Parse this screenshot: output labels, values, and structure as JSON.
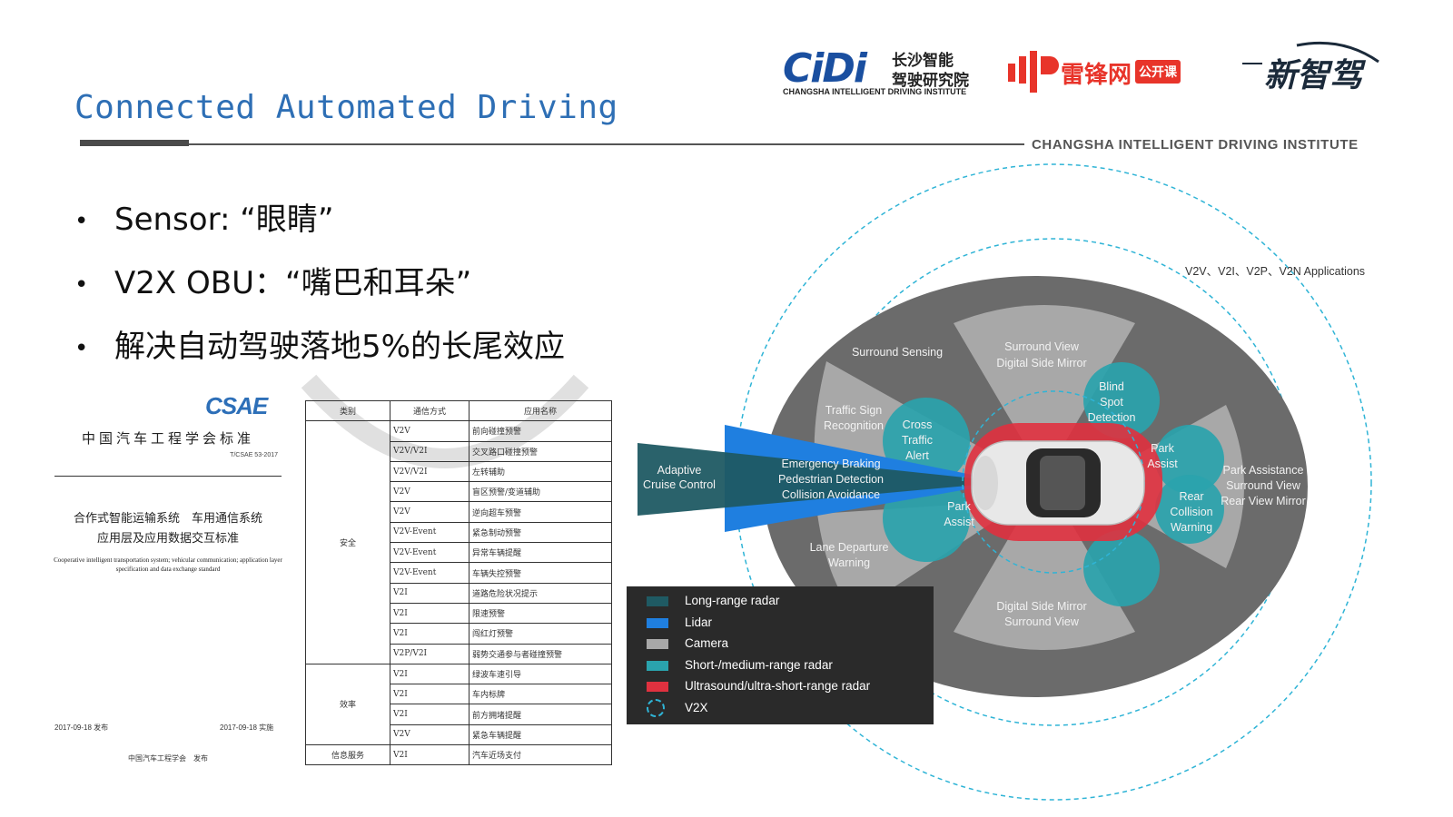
{
  "header": {
    "title": "Connected Automated Driving",
    "institute_footer": "CHANGSHA INTELLIGENT DRIVING INSTITUTE"
  },
  "logos": {
    "cidi": {
      "letters": "CiDi",
      "cn_line1": "长沙智能",
      "cn_line2": "驾驶研究院",
      "en": "CHANGSHA INTELLIGENT DRIVING INSTITUTE"
    },
    "leifeng": {
      "name": "雷锋网",
      "tag": "公开课"
    },
    "xinzhijia": {
      "name": "新智驾"
    }
  },
  "bullets": [
    "Sensor: “眼睛”",
    "V2X OBU：“嘴巴和耳朵”",
    "解决自动驾驶落地5%的长尾效应"
  ],
  "document": {
    "logo": "CSAE",
    "org": "中国汽车工程学会标准",
    "code": "T/CSAE 53-2017",
    "title_line1": "合作式智能运输系统　车用通信系统",
    "title_line2": "应用层及应用数据交互标准",
    "title_en": "Cooperative intelligent transportation system; vehicular communication; application layer specification and data exchange standard",
    "issued": "2017-09-18 发布",
    "effective": "2017-09-18 实施",
    "publisher": "中国汽车工程学会　发布"
  },
  "table": {
    "headers": [
      "类别",
      "通信方式",
      "应用名称"
    ],
    "groups": [
      {
        "category": "安全",
        "rows": [
          [
            "V2V",
            "前向碰撞预警"
          ],
          [
            "V2V/V2I",
            "交叉路口碰撞预警"
          ],
          [
            "V2V/V2I",
            "左转辅助"
          ],
          [
            "V2V",
            "盲区预警/变道辅助"
          ],
          [
            "V2V",
            "逆向超车预警"
          ],
          [
            "V2V-Event",
            "紧急制动预警"
          ],
          [
            "V2V-Event",
            "异常车辆提醒"
          ],
          [
            "V2V-Event",
            "车辆失控预警"
          ],
          [
            "V2I",
            "道路危险状况提示"
          ],
          [
            "V2I",
            "限速预警"
          ],
          [
            "V2I",
            "闯红灯预警"
          ],
          [
            "V2P/V2I",
            "弱势交通参与者碰撞预警"
          ]
        ]
      },
      {
        "category": "效率",
        "rows": [
          [
            "V2I",
            "绿波车速引导"
          ],
          [
            "V2I",
            "车内标牌"
          ],
          [
            "V2I",
            "前方拥堵提醒"
          ],
          [
            "V2V",
            "紧急车辆提醒"
          ]
        ]
      },
      {
        "category": "信息服务",
        "rows": [
          [
            "V2I",
            "汽车近场支付"
          ]
        ]
      }
    ]
  },
  "diagram": {
    "v2x_apps": "V2V、V2I、V2P、V2N Applications",
    "labels": {
      "surround_sensing": "Surround Sensing",
      "surround_view_top": [
        "Surround View",
        "Digital Side Mirror"
      ],
      "blind_spot": [
        "Blind",
        "Spot",
        "Detection"
      ],
      "traffic_sign": [
        "Traffic Sign",
        "Recognition"
      ],
      "cross_traffic": [
        "Cross",
        "Traffic",
        "Alert"
      ],
      "acc": [
        "Adaptive",
        "Cruise Control"
      ],
      "emergency": [
        "Emergency Braking",
        "Pedestrian Detection",
        "Collision Avoidance"
      ],
      "park_assist_front": [
        "Park",
        "Assist"
      ],
      "park_assist_rear": [
        "Park",
        "Assist"
      ],
      "rear_collision": [
        "Rear",
        "Collision",
        "Warning"
      ],
      "park_assistance": [
        "Park Assistance",
        "Surround View",
        "Rear View Mirror"
      ],
      "lane_departure": [
        "Lane Departure",
        "Warning"
      ],
      "surround_view_bottom": [
        "Digital Side Mirror",
        "Surround View"
      ]
    },
    "legend": [
      {
        "label": "Long-range radar",
        "color": "#1f5a63"
      },
      {
        "label": "Lidar",
        "color": "#1f7fe0"
      },
      {
        "label": "Camera",
        "color": "#a8a8a8"
      },
      {
        "label": "Short-/medium-range radar",
        "color": "#2aa3ad"
      },
      {
        "label": "Ultrasound/ultra-short-range radar",
        "color": "#e0313f"
      },
      {
        "label": "V2X",
        "color": "#2fb4d6"
      }
    ]
  }
}
